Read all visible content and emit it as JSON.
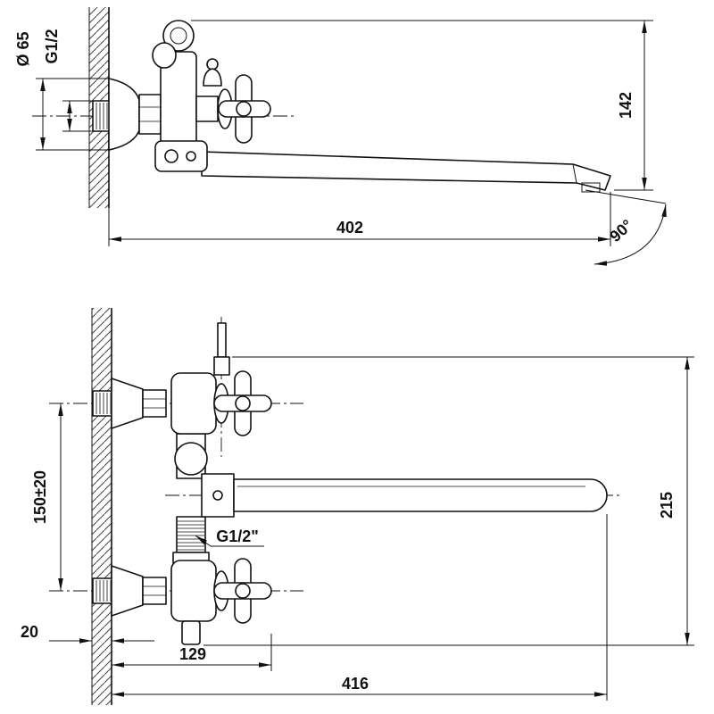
{
  "dims": {
    "side": {
      "diameter": "Ø 65",
      "thread": "G1/2",
      "height": "142",
      "length": "402",
      "angle": "90°"
    },
    "front": {
      "centers": "150±20",
      "thread": "G1/2\"",
      "wall": "20",
      "width": "129",
      "length": "416",
      "height": "215"
    }
  }
}
